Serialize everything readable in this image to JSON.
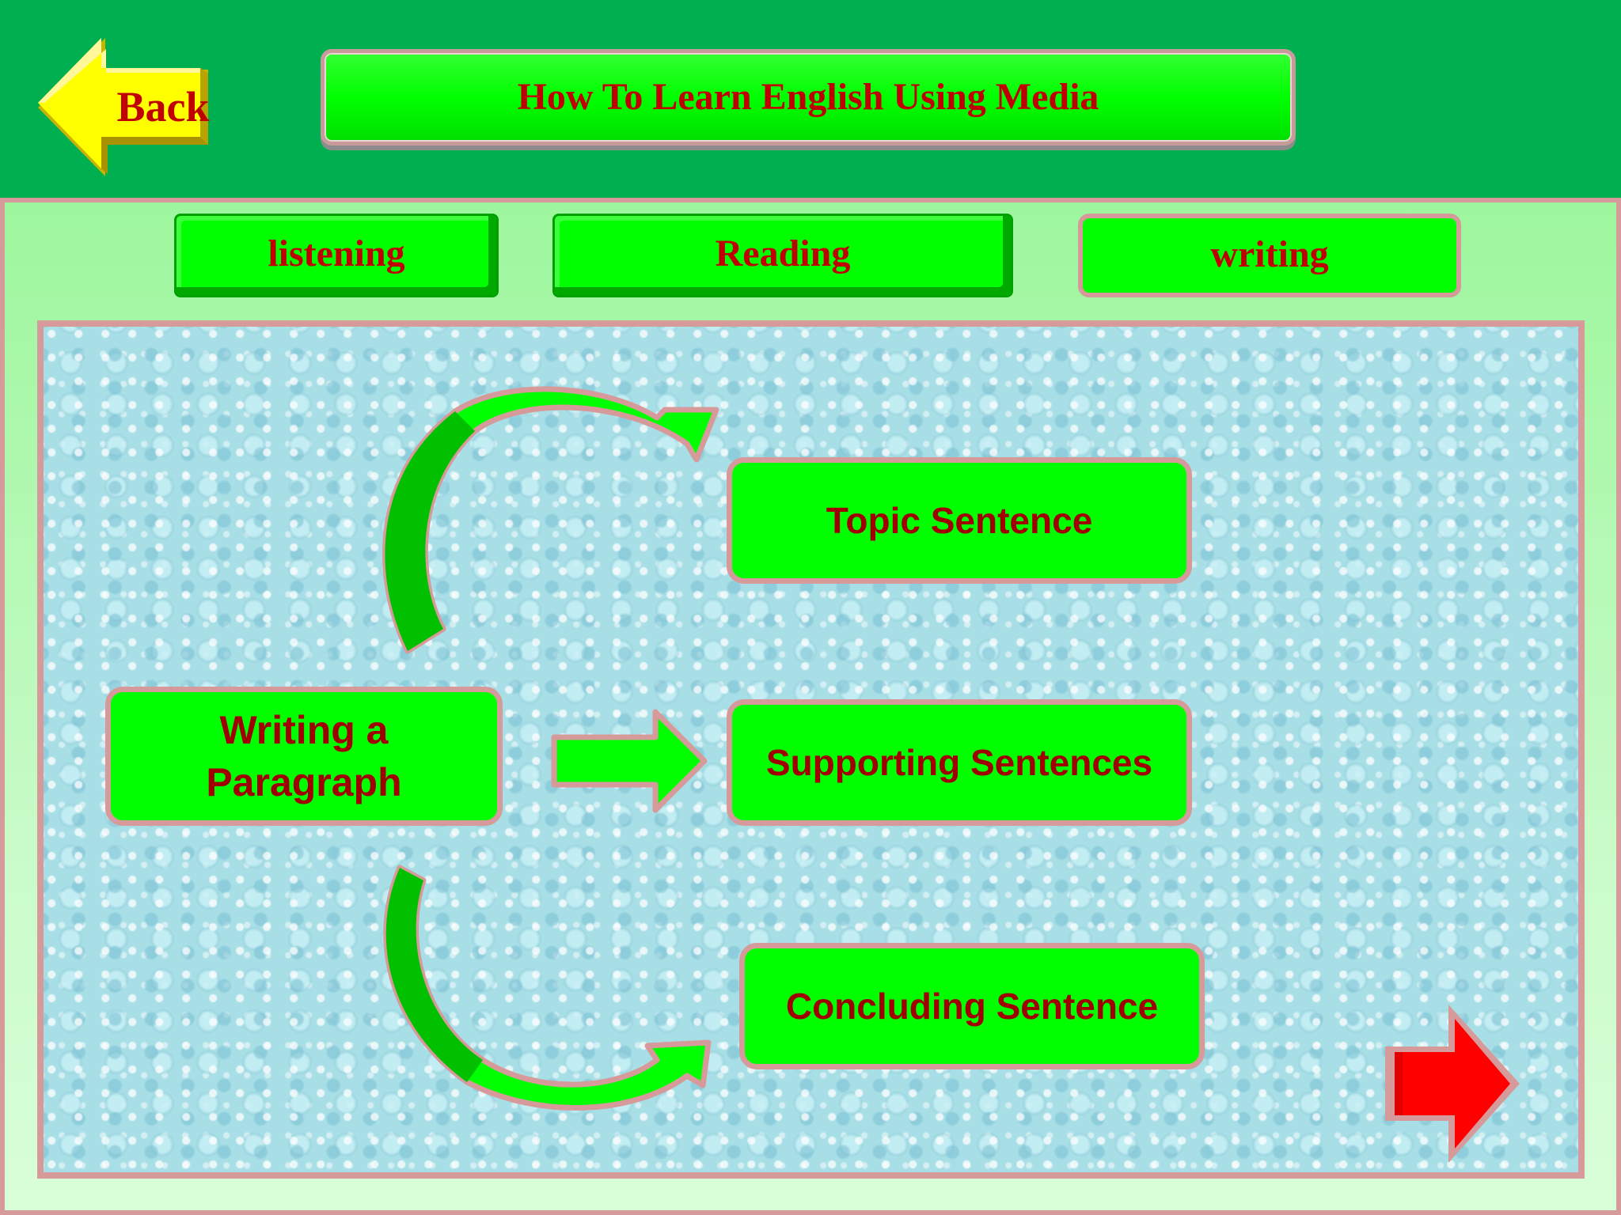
{
  "header": {
    "back_label": "Back",
    "title": "How To Learn English Using Media"
  },
  "tabs": [
    {
      "label": "listening"
    },
    {
      "label": "Reading"
    },
    {
      "label": "writing"
    }
  ],
  "diagram": {
    "main_node": {
      "line1": "Writing a",
      "line2": "Paragraph"
    },
    "nodes": [
      {
        "label": "Topic Sentence"
      },
      {
        "label": "Supporting Sentences"
      },
      {
        "label": "Concluding Sentence"
      }
    ]
  },
  "colors": {
    "header_bg": "#00b050",
    "button_green": "#00ff00",
    "text_red": "#c00000",
    "border_pink": "#d79a9a",
    "back_yellow": "#ffff00",
    "next_red": "#ff0000"
  },
  "icons": {
    "back": "back-arrow-icon",
    "next": "next-arrow-icon"
  }
}
